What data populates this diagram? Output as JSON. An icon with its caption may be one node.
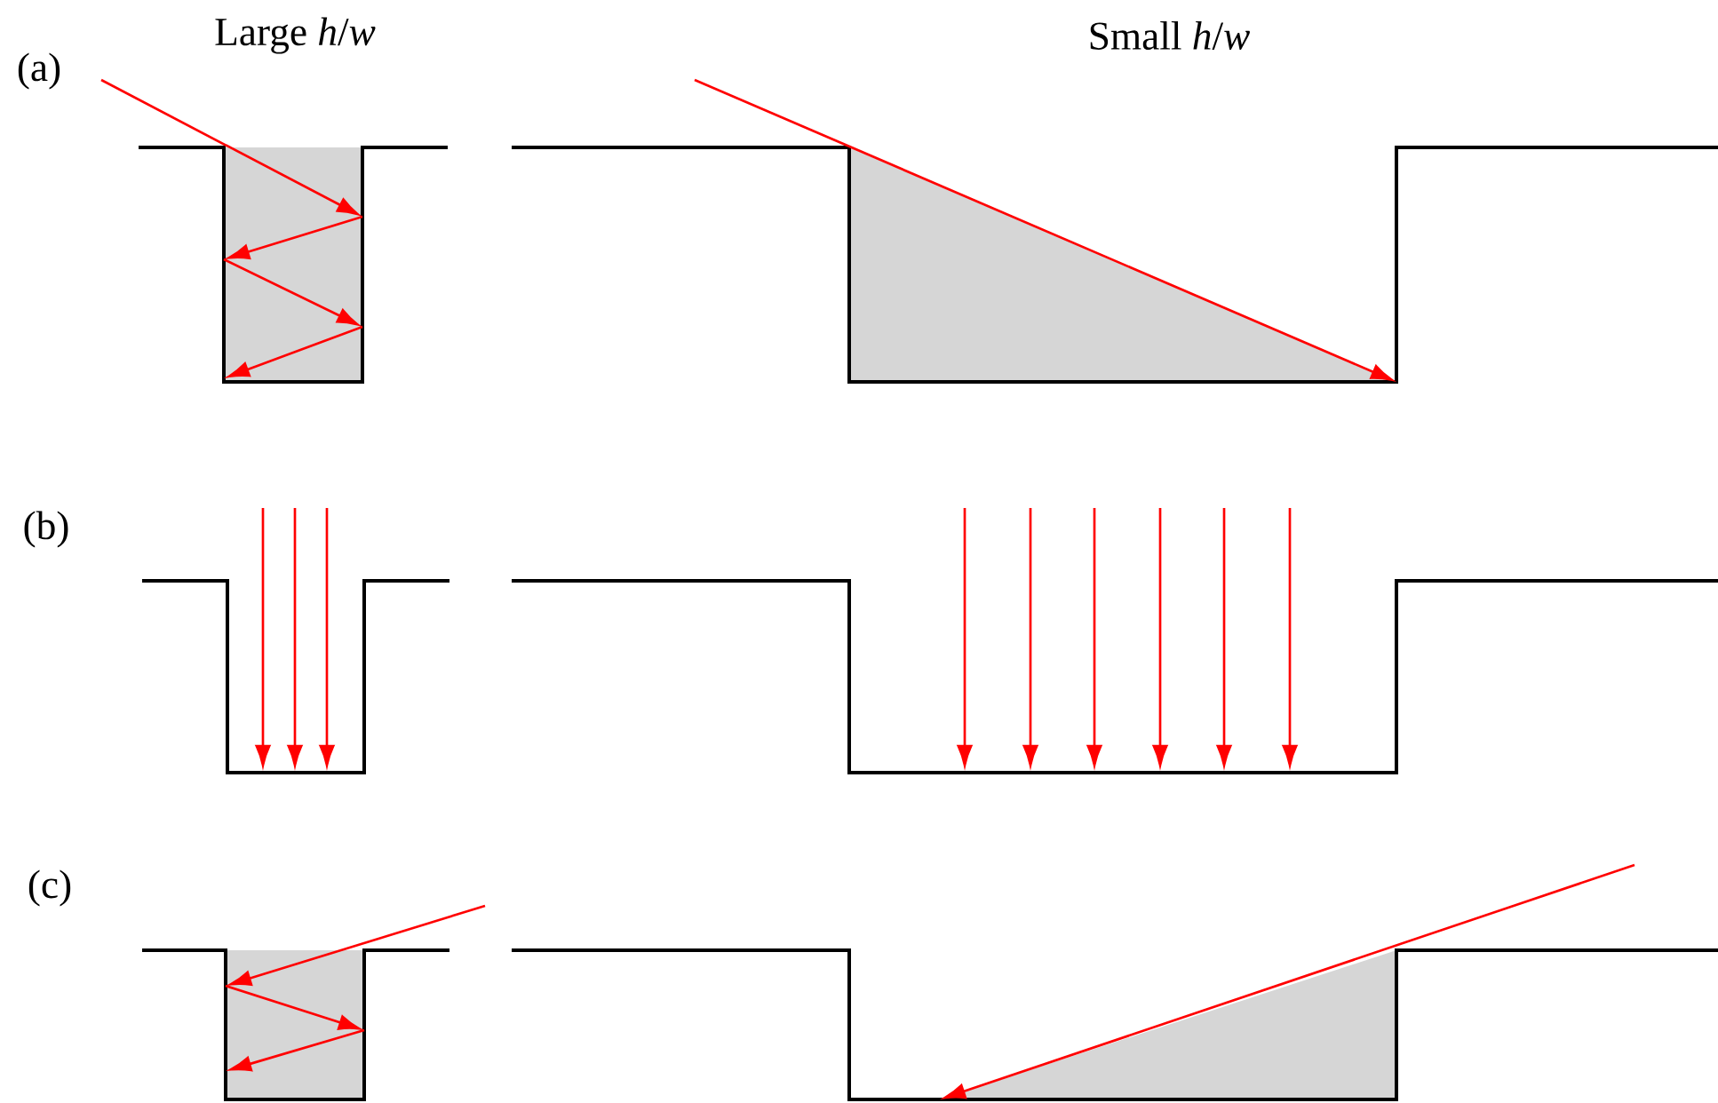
{
  "diagram": {
    "labels": [
      "Large *h*/*w*",
      "Small *h*/*w*",
      "(a)",
      "(b)",
      "(c)"
    ]
  }
}
